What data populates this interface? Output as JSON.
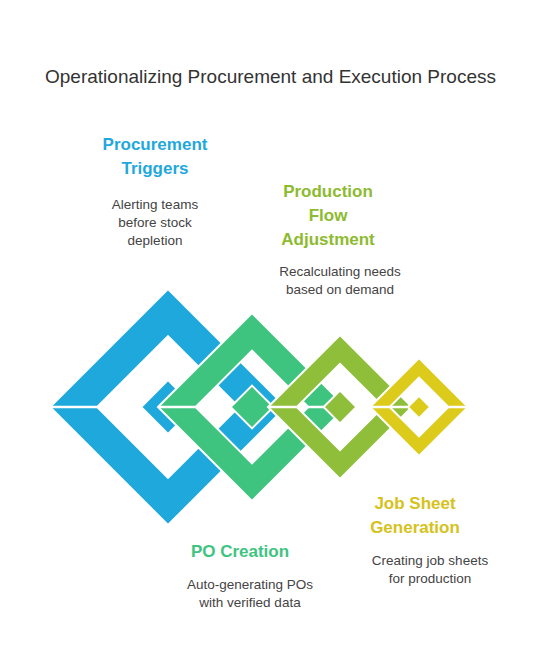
{
  "diagram": {
    "title": "Operationalizing Procurement and Execution Process",
    "nodes": [
      {
        "text": [
          "Procurement Triggers",
          "Alerting teams before stock depletion"
        ]
      },
      {
        "text": [
          "PO Creation",
          "Auto-generating POs with verified data"
        ]
      },
      {
        "text": [
          "Production Flow Adjustment",
          "Recalculating needs based on demand"
        ]
      },
      {
        "text": [
          "Job Sheet Generation",
          "Creating job sheets for production"
        ]
      }
    ]
  }
}
